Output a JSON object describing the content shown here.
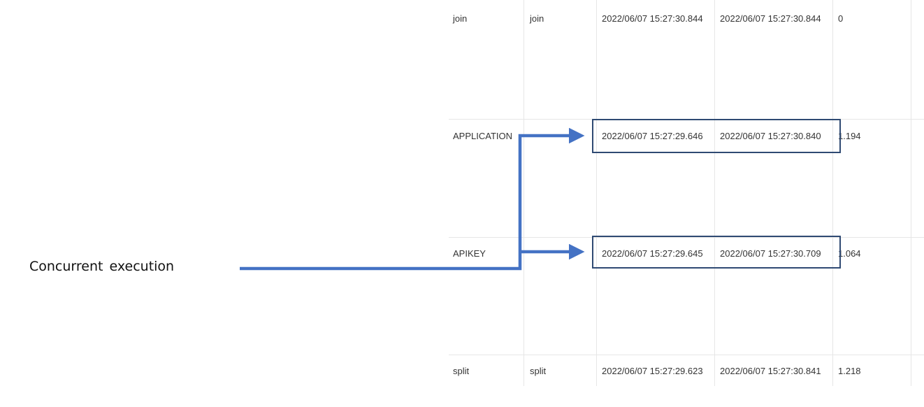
{
  "annotation": {
    "label": "Concurrent execution",
    "arrow_color": "#4472c4",
    "box_color": "#2f4a73"
  },
  "table": {
    "rows": [
      {
        "col1": "join",
        "col2": "join",
        "start": "2022/06/07 15:27:30.844",
        "end": "2022/06/07 15:27:30.844",
        "duration": "0",
        "highlighted": false
      },
      {
        "col1": "APPLICATION",
        "col2": "",
        "start": "2022/06/07 15:27:29.646",
        "end": "2022/06/07 15:27:30.840",
        "duration": "1.194",
        "highlighted": true
      },
      {
        "col1": "APIKEY",
        "col2": "",
        "start": "2022/06/07 15:27:29.645",
        "end": "2022/06/07 15:27:30.709",
        "duration": "1.064",
        "highlighted": true
      },
      {
        "col1": "split",
        "col2": "split",
        "start": "2022/06/07 15:27:29.623",
        "end": "2022/06/07 15:27:30.841",
        "duration": "1.218",
        "highlighted": false
      }
    ]
  }
}
